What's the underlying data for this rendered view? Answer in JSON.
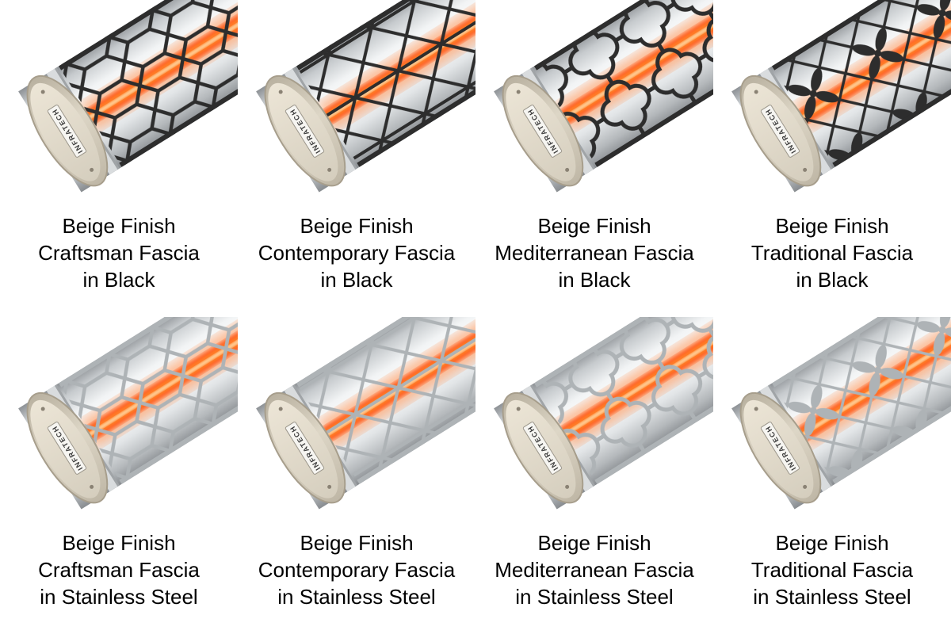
{
  "brand": "INFRATECH",
  "grid": {
    "columns": 4,
    "rows": 2
  },
  "colors": {
    "background": "#ffffff",
    "caption_text": "#000000",
    "cap_beige": "#d8d1c2",
    "fascia_black": "#2d2d2d",
    "fascia_stainless": "#aeb3b6",
    "element_glow": "#ff5714",
    "element_core": "#ffc98f"
  },
  "products": [
    {
      "finish": "Beige",
      "fascia_style": "Craftsman",
      "fascia_color": "Black",
      "line1": "Beige Finish",
      "line2": "Craftsman Fascia",
      "line3": "in Black"
    },
    {
      "finish": "Beige",
      "fascia_style": "Contemporary",
      "fascia_color": "Black",
      "line1": "Beige Finish",
      "line2": "Contemporary Fascia",
      "line3": "in Black"
    },
    {
      "finish": "Beige",
      "fascia_style": "Mediterranean",
      "fascia_color": "Black",
      "line1": "Beige Finish",
      "line2": "Mediterranean Fascia",
      "line3": "in Black"
    },
    {
      "finish": "Beige",
      "fascia_style": "Traditional",
      "fascia_color": "Black",
      "line1": "Beige Finish",
      "line2": "Traditional Fascia",
      "line3": "in Black"
    },
    {
      "finish": "Beige",
      "fascia_style": "Craftsman",
      "fascia_color": "Stainless Steel",
      "line1": "Beige Finish",
      "line2": "Craftsman Fascia",
      "line3": "in Stainless Steel"
    },
    {
      "finish": "Beige",
      "fascia_style": "Contemporary",
      "fascia_color": "Stainless Steel",
      "line1": "Beige Finish",
      "line2": "Contemporary Fascia",
      "line3": "in Stainless Steel"
    },
    {
      "finish": "Beige",
      "fascia_style": "Mediterranean",
      "fascia_color": "Stainless Steel",
      "line1": "Beige Finish",
      "line2": "Mediterranean Fascia",
      "line3": "in Stainless Steel"
    },
    {
      "finish": "Beige",
      "fascia_style": "Traditional",
      "fascia_color": "Stainless Steel",
      "line1": "Beige Finish",
      "line2": "Traditional Fascia",
      "line3": "in Stainless Steel"
    }
  ]
}
